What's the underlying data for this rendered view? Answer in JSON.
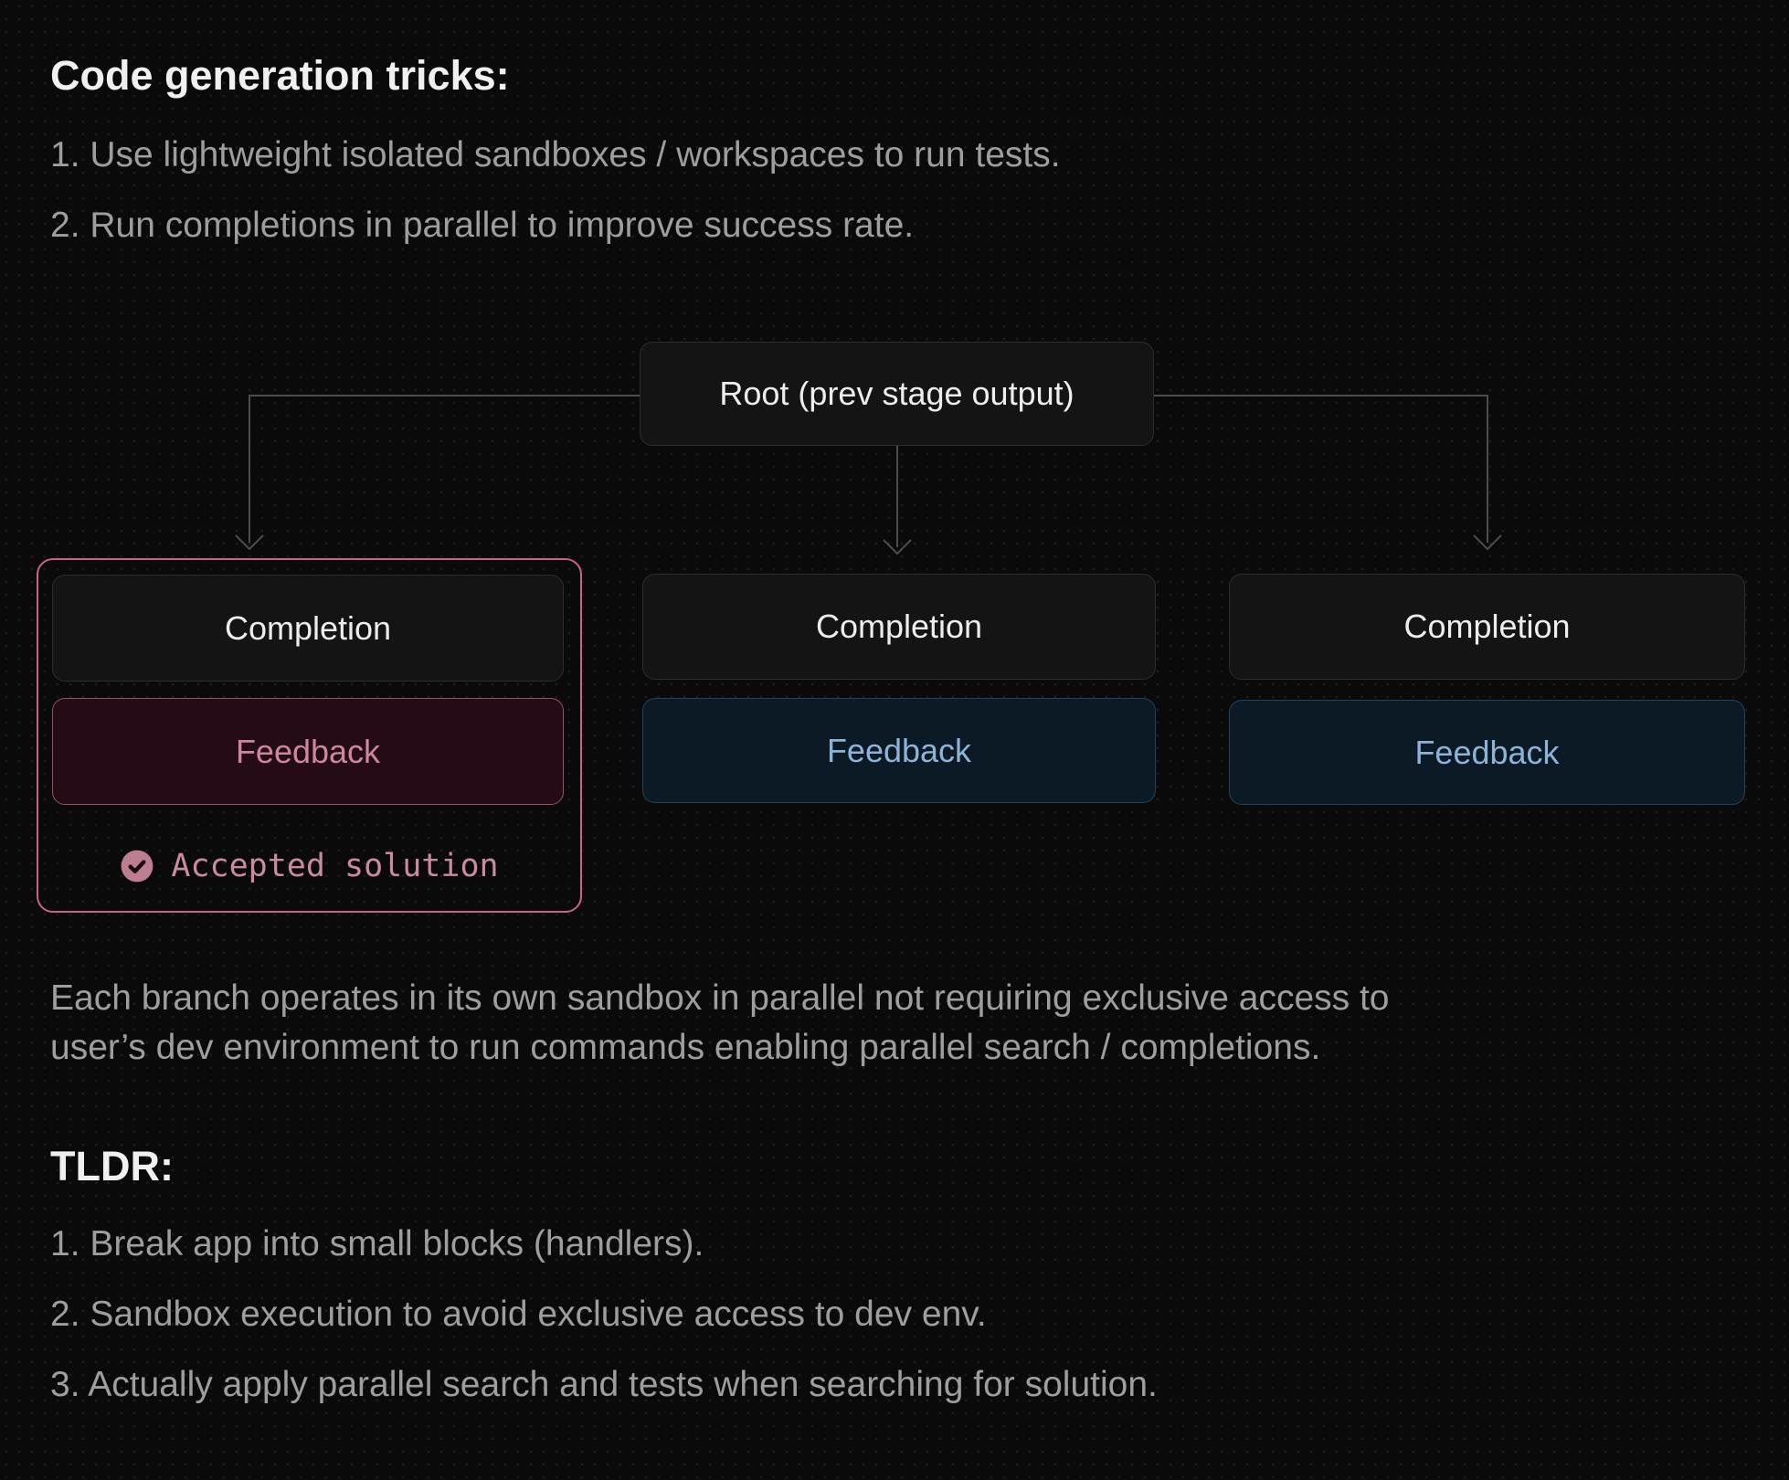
{
  "header": {
    "title": "Code generation tricks:"
  },
  "intro": {
    "items": [
      "1. Use lightweight isolated sandboxes / workspaces to run tests.",
      "2. Run completions in parallel to improve success rate."
    ]
  },
  "diagram": {
    "root_label": "Root (prev stage output)",
    "branches": [
      {
        "completion_label": "Completion",
        "feedback_label": "Feedback",
        "status_label": "Accepted solution",
        "highlighted": true
      },
      {
        "completion_label": "Completion",
        "feedback_label": "Feedback",
        "highlighted": false
      },
      {
        "completion_label": "Completion",
        "feedback_label": "Feedback",
        "highlighted": false
      }
    ],
    "icons": {
      "accepted_icon": "check-circle-icon"
    }
  },
  "body": {
    "paragraph": "Each branch operates in its own sandbox in parallel not requiring exclusive access to user’s dev environment to run commands enabling parallel search / completions."
  },
  "tldr": {
    "title": "TLDR:",
    "items": [
      "1. Break app into small blocks (handlers).",
      "2. Sandbox execution to avoid exclusive access to dev env.",
      "3. Actually apply parallel search and tests when searching for solution."
    ]
  },
  "colors": {
    "background": "#0a0a0a",
    "accent_pink_border": "#c9647f",
    "pink_feedback_bg": "#250b15",
    "pink_feedback_text": "#cb879d",
    "blue_feedback_bg": "#0c1a26",
    "blue_feedback_text": "#8fb3d6",
    "node_bg": "#141414",
    "connector_line": "#4d4d4d",
    "title_text": "#f0f0f0",
    "body_text": "#9e9e9e"
  }
}
